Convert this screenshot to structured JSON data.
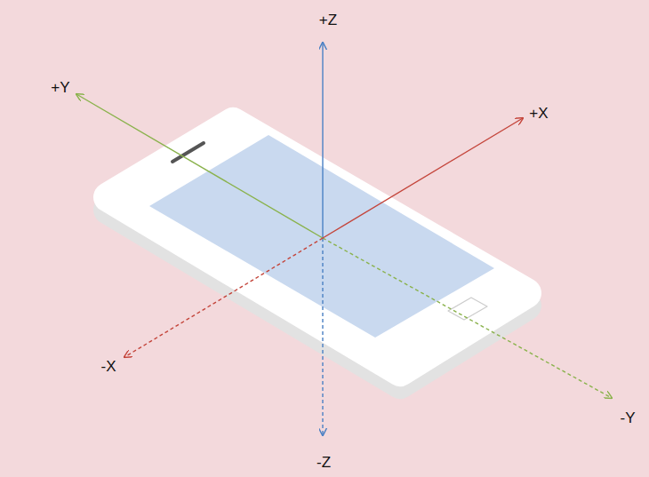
{
  "diagram": {
    "labels": [
      "+Z",
      "+Y",
      "+X",
      "-X",
      "-Y",
      "-Z"
    ]
  }
}
